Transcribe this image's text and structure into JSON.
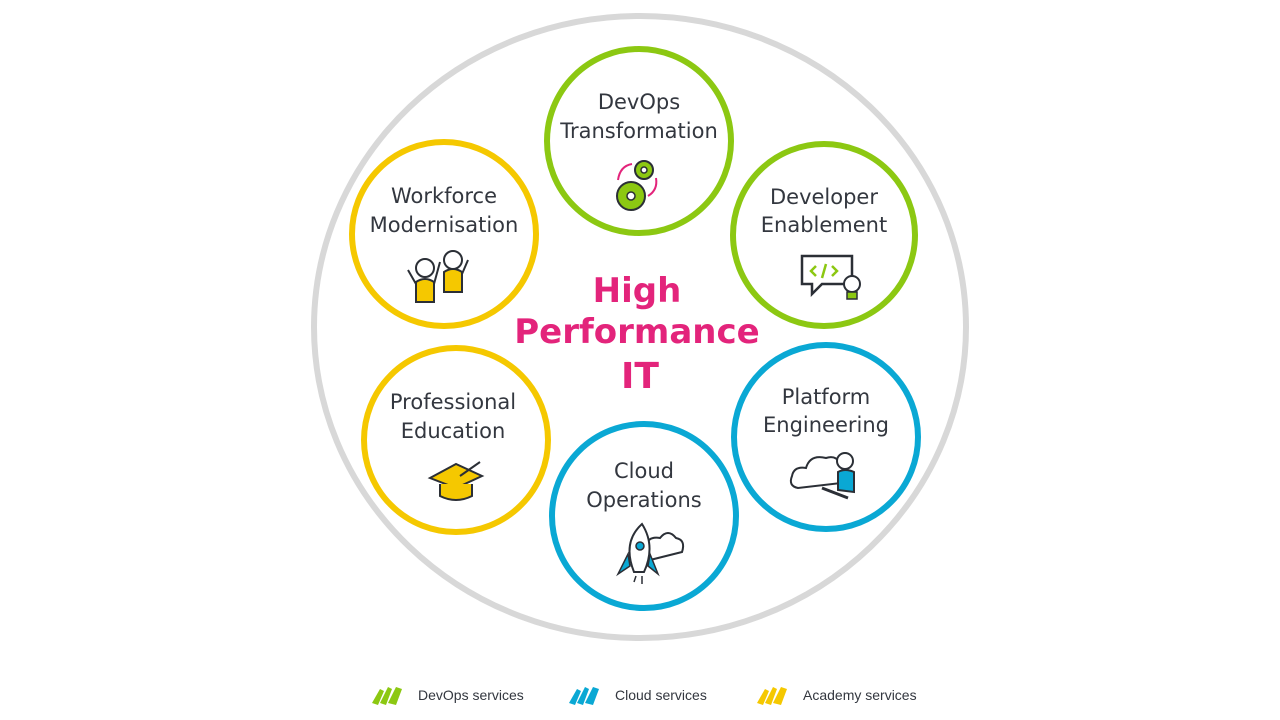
{
  "center": {
    "line1": "High",
    "line2": "Performance",
    "line3": "IT"
  },
  "colors": {
    "devops": "#8cc812",
    "cloud": "#0aa8d4",
    "academy": "#f5c800",
    "accent": "#e3247b",
    "outer": "#d8d8d8"
  },
  "services": [
    {
      "line1": "DevOps",
      "line2": "Transformation",
      "category": "devops",
      "icon": "gears-icon"
    },
    {
      "line1": "Developer",
      "line2": "Enablement",
      "category": "devops",
      "icon": "code-bubble-lightbulb-icon"
    },
    {
      "line1": "Platform",
      "line2": "Engineering",
      "category": "cloud",
      "icon": "person-cloud-laptop-icon"
    },
    {
      "line1": "Cloud",
      "line2": "Operations",
      "category": "cloud",
      "icon": "rocket-cloud-icon"
    },
    {
      "line1": "Professional",
      "line2": "Education",
      "category": "academy",
      "icon": "graduation-cap-icon"
    },
    {
      "line1": "Workforce",
      "line2": "Modernisation",
      "category": "academy",
      "icon": "two-people-icon"
    }
  ],
  "legend": [
    {
      "label": "DevOps services",
      "category": "devops"
    },
    {
      "label": "Cloud services",
      "category": "cloud"
    },
    {
      "label": "Academy services",
      "category": "academy"
    }
  ]
}
